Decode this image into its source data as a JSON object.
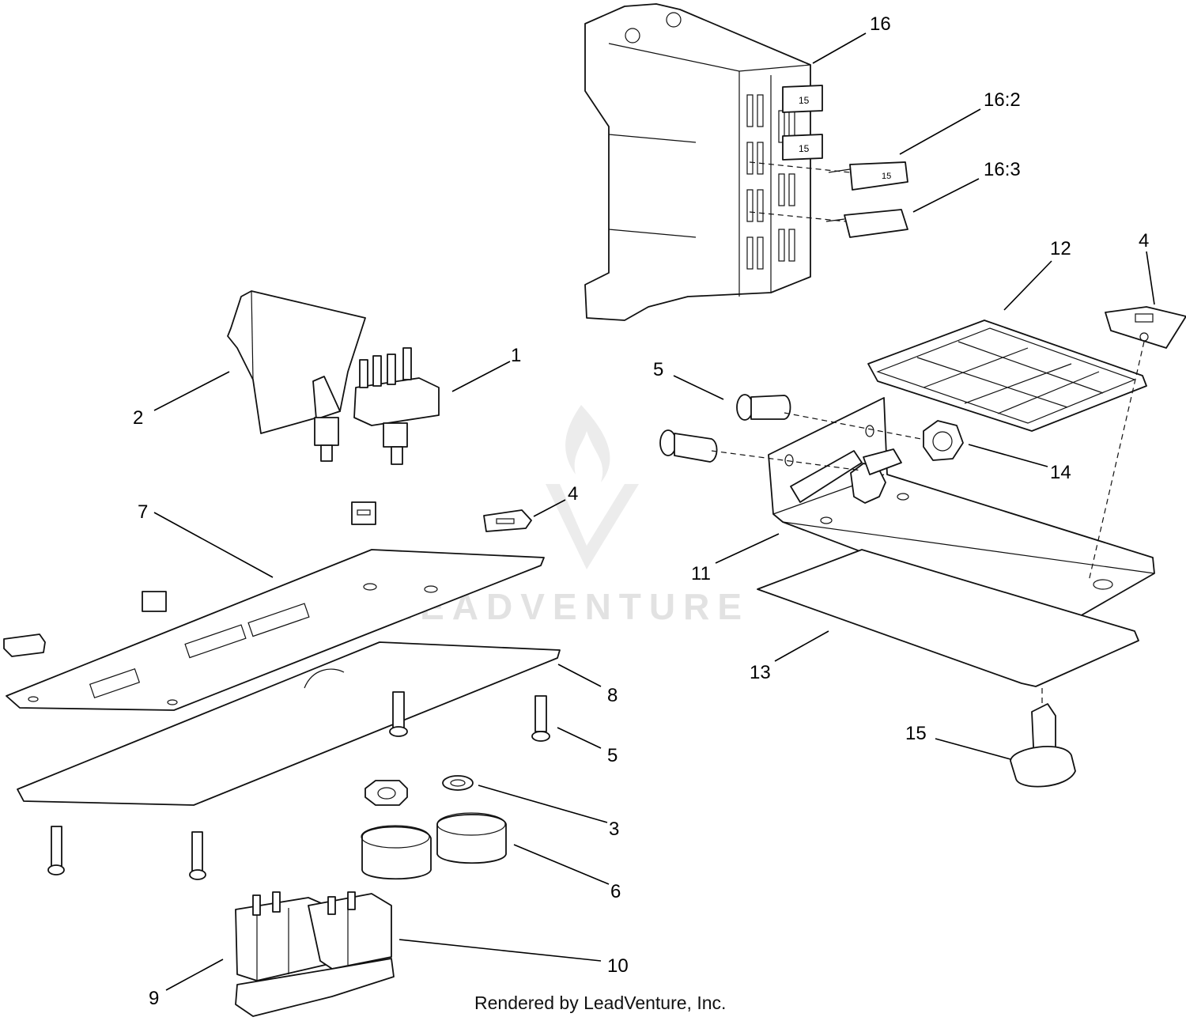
{
  "watermark": {
    "text": "LEADVENTURE"
  },
  "credit": "Rendered by LeadVenture, Inc.",
  "callouts": [
    {
      "id": "16",
      "text": "16"
    },
    {
      "id": "16-2",
      "text": "16:2"
    },
    {
      "id": "16-3",
      "text": "16:3"
    },
    {
      "id": "12",
      "text": "12"
    },
    {
      "id": "4a",
      "text": "4"
    },
    {
      "id": "1",
      "text": "1"
    },
    {
      "id": "2",
      "text": "2"
    },
    {
      "id": "5a",
      "text": "5"
    },
    {
      "id": "14",
      "text": "14"
    },
    {
      "id": "4b",
      "text": "4"
    },
    {
      "id": "7",
      "text": "7"
    },
    {
      "id": "11",
      "text": "11"
    },
    {
      "id": "13",
      "text": "13"
    },
    {
      "id": "8",
      "text": "8"
    },
    {
      "id": "5b",
      "text": "5"
    },
    {
      "id": "15",
      "text": "15"
    },
    {
      "id": "3",
      "text": "3"
    },
    {
      "id": "6",
      "text": "6"
    },
    {
      "id": "10",
      "text": "10"
    },
    {
      "id": "9",
      "text": "9"
    }
  ],
  "fuse_marks": [
    "15",
    "15",
    "15"
  ]
}
